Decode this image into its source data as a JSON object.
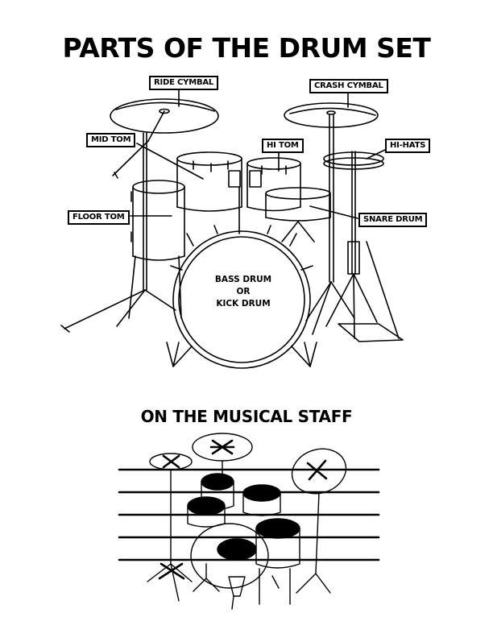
{
  "title": "PARTS OF THE DRUM SET",
  "subtitle": "ON THE MUSICAL STAFF",
  "labels": {
    "ride_cymbal": "RIDE CYMBAL",
    "crash_cymbal": "CRASH CYMBAL",
    "mid_tom": "MID TOM",
    "hi_tom": "HI TOM",
    "hi_hats": "HI-HATS",
    "floor_tom": "FLOOR TOM",
    "snare_drum": "SNARE DRUM",
    "bass_drum_line1": "BASS DRUM",
    "bass_drum_line2": "OR",
    "bass_drum_line3": "KICK DRUM"
  }
}
